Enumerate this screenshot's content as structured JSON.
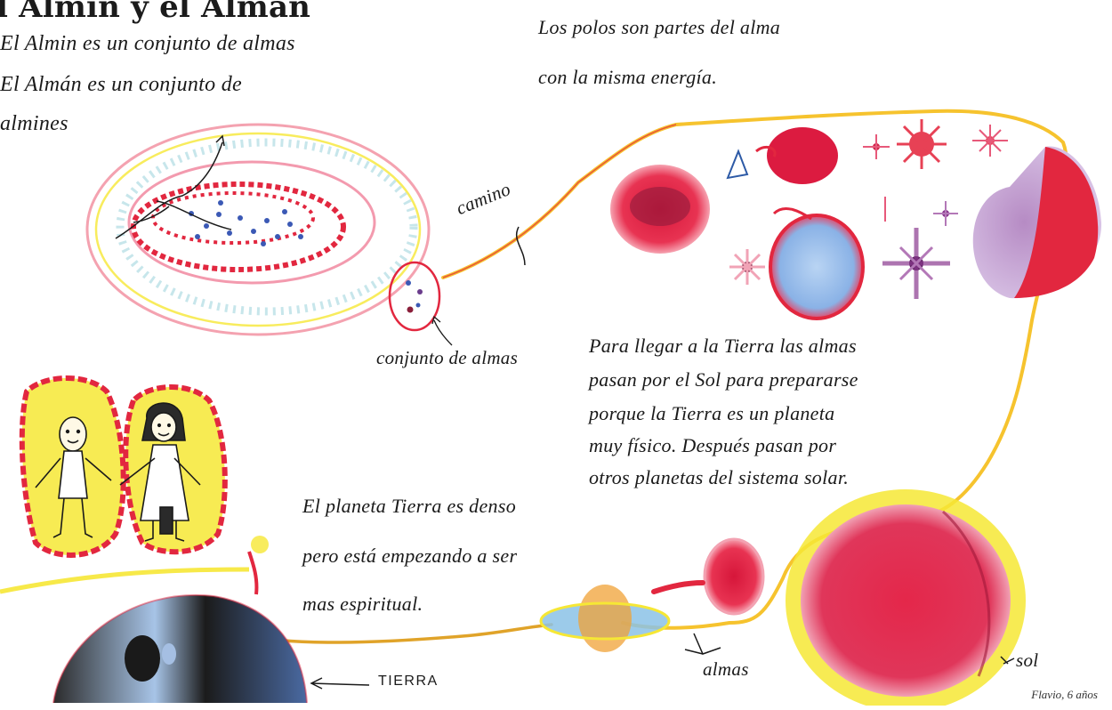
{
  "title": "l Almin y el Alman",
  "left_notes": [
    "El Almin es un conjunto de almas",
    "El Almán es un conjunto de",
    "almines"
  ],
  "top_notes": [
    "Los polos son partes del alma",
    "con la misma energía."
  ],
  "labels": {
    "camino": "camino",
    "conjunto": "conjunto de almas",
    "tierra": "TIERRA",
    "almas": "almas",
    "sol": "sol"
  },
  "middle_paragraph": [
    "Para llegar a la Tierra las almas",
    "pasan por el Sol para prepararse",
    "porque la Tierra es un planeta",
    "muy físico. Después pasan por",
    "otros planetas del sistema solar."
  ],
  "bottom_paragraph": [
    "El planeta Tierra es denso",
    "pero está empezando a ser",
    "mas espiritual."
  ],
  "credit": "Flavio, 6 años",
  "colors": {
    "crayon_red": "#e2273f",
    "crayon_yellow": "#f6e735",
    "crayon_blue": "#4c86cf",
    "crayon_purple": "#8b3a8f",
    "crayon_orange": "#f08a24",
    "ink": "#1a1a1a"
  }
}
